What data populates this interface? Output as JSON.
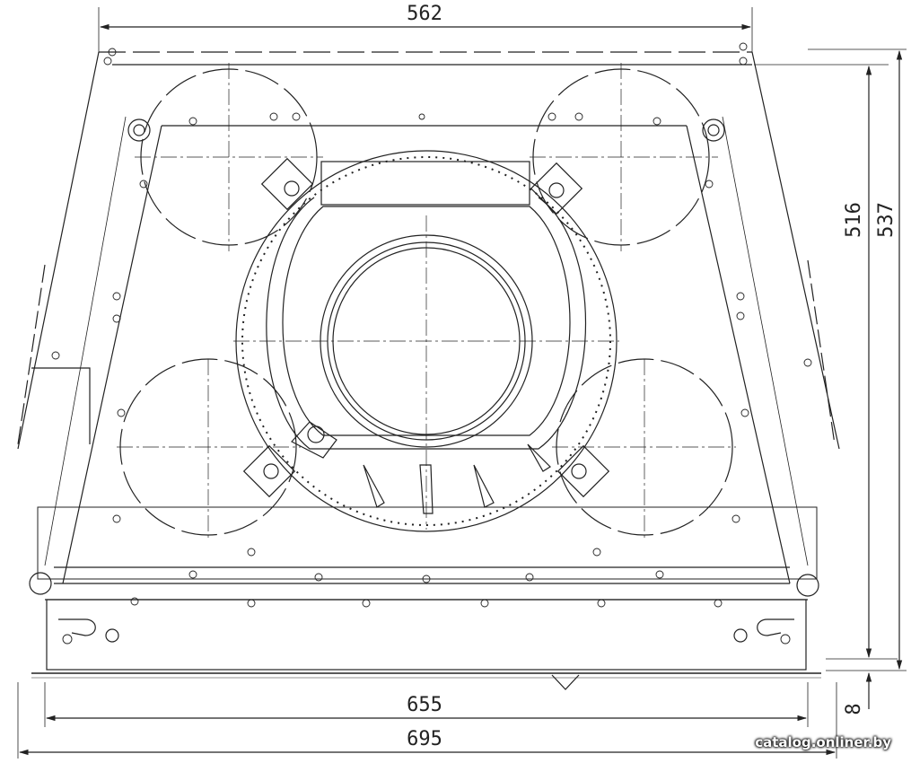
{
  "dimensions": {
    "top_width": "562",
    "inner_height": "516",
    "outer_height": "537",
    "frame_width": "655",
    "total_width": "695",
    "base_offset": "8"
  },
  "watermark": "catalog.onliner.by",
  "colors": {
    "line": "#222222",
    "background": "#ffffff"
  }
}
